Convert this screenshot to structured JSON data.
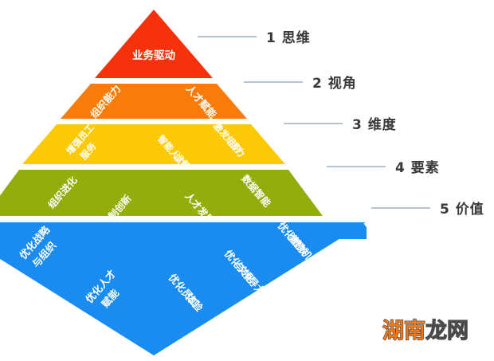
{
  "diagram": {
    "type": "layered-pyramid",
    "tier_count": 5,
    "tiers": [
      {
        "index": 1,
        "name": "思维",
        "color": "#f5320c",
        "labels": [
          "业务驱动"
        ]
      },
      {
        "index": 2,
        "name": "视角",
        "color": "#f97c0b",
        "labels": [
          "组织能力",
          "人才赋能"
        ]
      },
      {
        "index": 3,
        "name": "维度",
        "color": "#fcc906",
        "labels": [
          "增强员工\n服务",
          "智能人力\n运营",
          "激发组织\n活力"
        ]
      },
      {
        "index": 4,
        "name": "要素",
        "color": "#93ad0c",
        "labels": [
          "组织进化",
          "机制创新",
          "人才发展",
          "数据智能"
        ]
      },
      {
        "index": 5,
        "name": "价值",
        "color": "#1a8cf0",
        "labels": [
          "优化战略\n与组织",
          "优化人才\n赋能",
          "优化员工\n体验",
          "优化文化\n与领导力",
          "优化绩效\n激励机制"
        ]
      }
    ]
  },
  "tier_text": {
    "t1_a": "业务驱动",
    "t2_a": "组织能力",
    "t2_b": "人才赋能",
    "t3_a1": "增强员工",
    "t3_a2": "服务",
    "t3_b1": "智能人力",
    "t3_b2": "运营",
    "t3_c1": "激发组织",
    "t3_c2": "活力",
    "t4_a": "组织进化",
    "t4_b": "机制创新",
    "t4_c": "人才发展",
    "t4_d": "数据智能",
    "t5_a1": "优化战略",
    "t5_a2": "与组织",
    "t5_b1": "优化人才",
    "t5_b2": "赋能",
    "t5_c1": "优化员工",
    "t5_c2": "体验",
    "t5_d1": "优化文化",
    "t5_d2": "与领导力",
    "t5_e1": "优化绩效",
    "t5_e2": "激励机制"
  },
  "annotations": [
    {
      "id": 1,
      "number": "1",
      "label": "思维",
      "text": "1 思维"
    },
    {
      "id": 2,
      "number": "2",
      "label": "视角",
      "text": "2 视角"
    },
    {
      "id": 3,
      "number": "3",
      "label": "维度",
      "text": "3 维度"
    },
    {
      "id": 4,
      "number": "4",
      "label": "要素",
      "text": "4 要素"
    },
    {
      "id": 5,
      "number": "5",
      "label": "价值",
      "text": "5 价值"
    }
  ],
  "watermark": {
    "part1": "湖南",
    "part2": "龙网",
    "full": "湖南龙网",
    "color1": "#f07818",
    "color2": "#fbfbfb"
  },
  "colors": {
    "background": "#ffffff",
    "leader_line": "#b9c2cf",
    "annotation_text": "#3a3a3c",
    "tier_text": "#ffffff"
  }
}
